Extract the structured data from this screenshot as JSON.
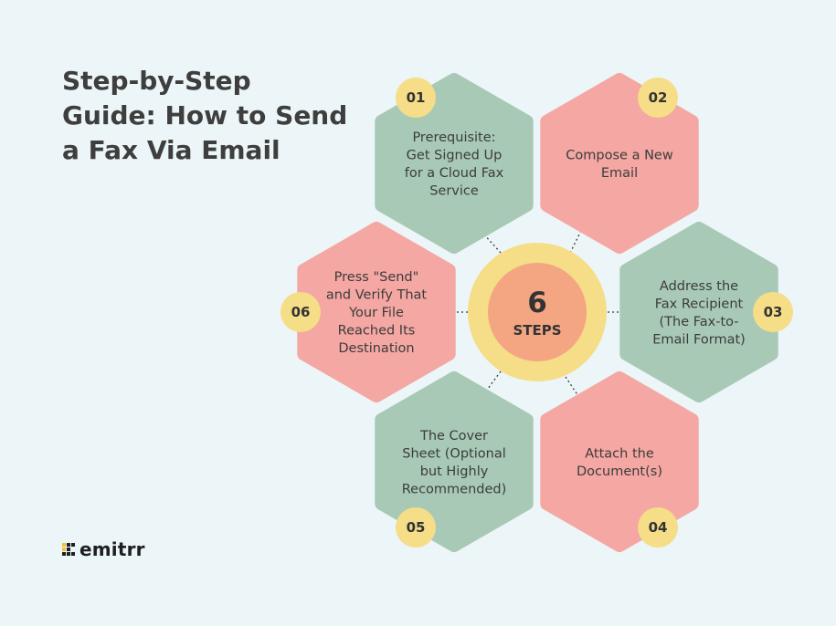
{
  "title_lines": [
    "Step-by-Step",
    "Guide: How to Send",
    "a Fax Via Email"
  ],
  "center": {
    "number": "6",
    "label": "STEPS"
  },
  "steps": [
    {
      "badge": "01",
      "lines": [
        "Prerequisite:",
        "Get Signed Up",
        "for a Cloud Fax",
        "Service"
      ],
      "color": "#a8c9b6"
    },
    {
      "badge": "02",
      "lines": [
        "Compose a New",
        "Email"
      ],
      "color": "#f4a7a3"
    },
    {
      "badge": "03",
      "lines": [
        "Address the",
        "Fax Recipient",
        "(The Fax-to-",
        "Email Format)"
      ],
      "color": "#a8c9b6"
    },
    {
      "badge": "04",
      "lines": [
        "Attach the",
        "Document(s)"
      ],
      "color": "#f4a7a3"
    },
    {
      "badge": "05",
      "lines": [
        "The Cover",
        "Sheet (Optional",
        "but Highly",
        "Recommended)"
      ],
      "color": "#a8c9b6"
    },
    {
      "badge": "06",
      "lines": [
        "Press \"Send\"",
        "and Verify That",
        "Your File",
        "Reached Its",
        "Destination"
      ],
      "color": "#f4a7a3"
    }
  ],
  "colors": {
    "background": "#ecf5f7",
    "badge": "#f6dd87",
    "center_ring": "#f6dd87",
    "center_core": "#f4a683",
    "connector": "#3a3a3a"
  },
  "logo": {
    "text": "emitrr",
    "icon": "emitrr-logo-mark-icon"
  }
}
